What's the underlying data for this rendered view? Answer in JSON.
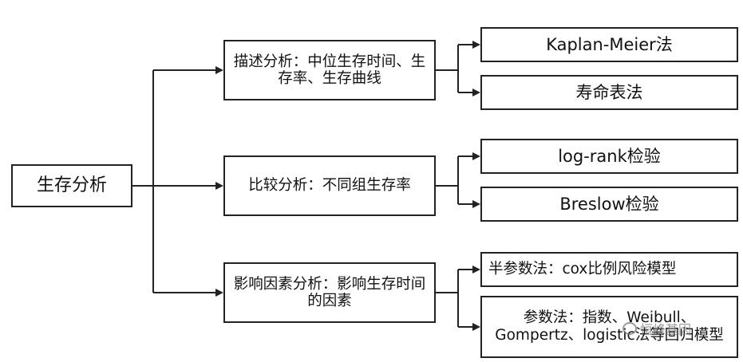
{
  "diagram": {
    "root": "生存分析",
    "branches": [
      {
        "label": "描述分析：中位生存时间、生存率、生存曲线",
        "children": [
          "Kaplan-Meier法",
          "寿命表法"
        ]
      },
      {
        "label": "比较分析：不同组生存率",
        "children": [
          "log-rank检验",
          "Breslow检验"
        ]
      },
      {
        "label": "影响因素分析：影响生存时间的因素",
        "children": [
          "半参数法：cox比例风险模型",
          "参数法：指数、Weibull、Gompertz、logistic法等回归模型"
        ]
      }
    ]
  },
  "watermark": "恒峰基因",
  "colors": {
    "line": "#222222",
    "box_border": "#222222",
    "background": "#ffffff"
  }
}
